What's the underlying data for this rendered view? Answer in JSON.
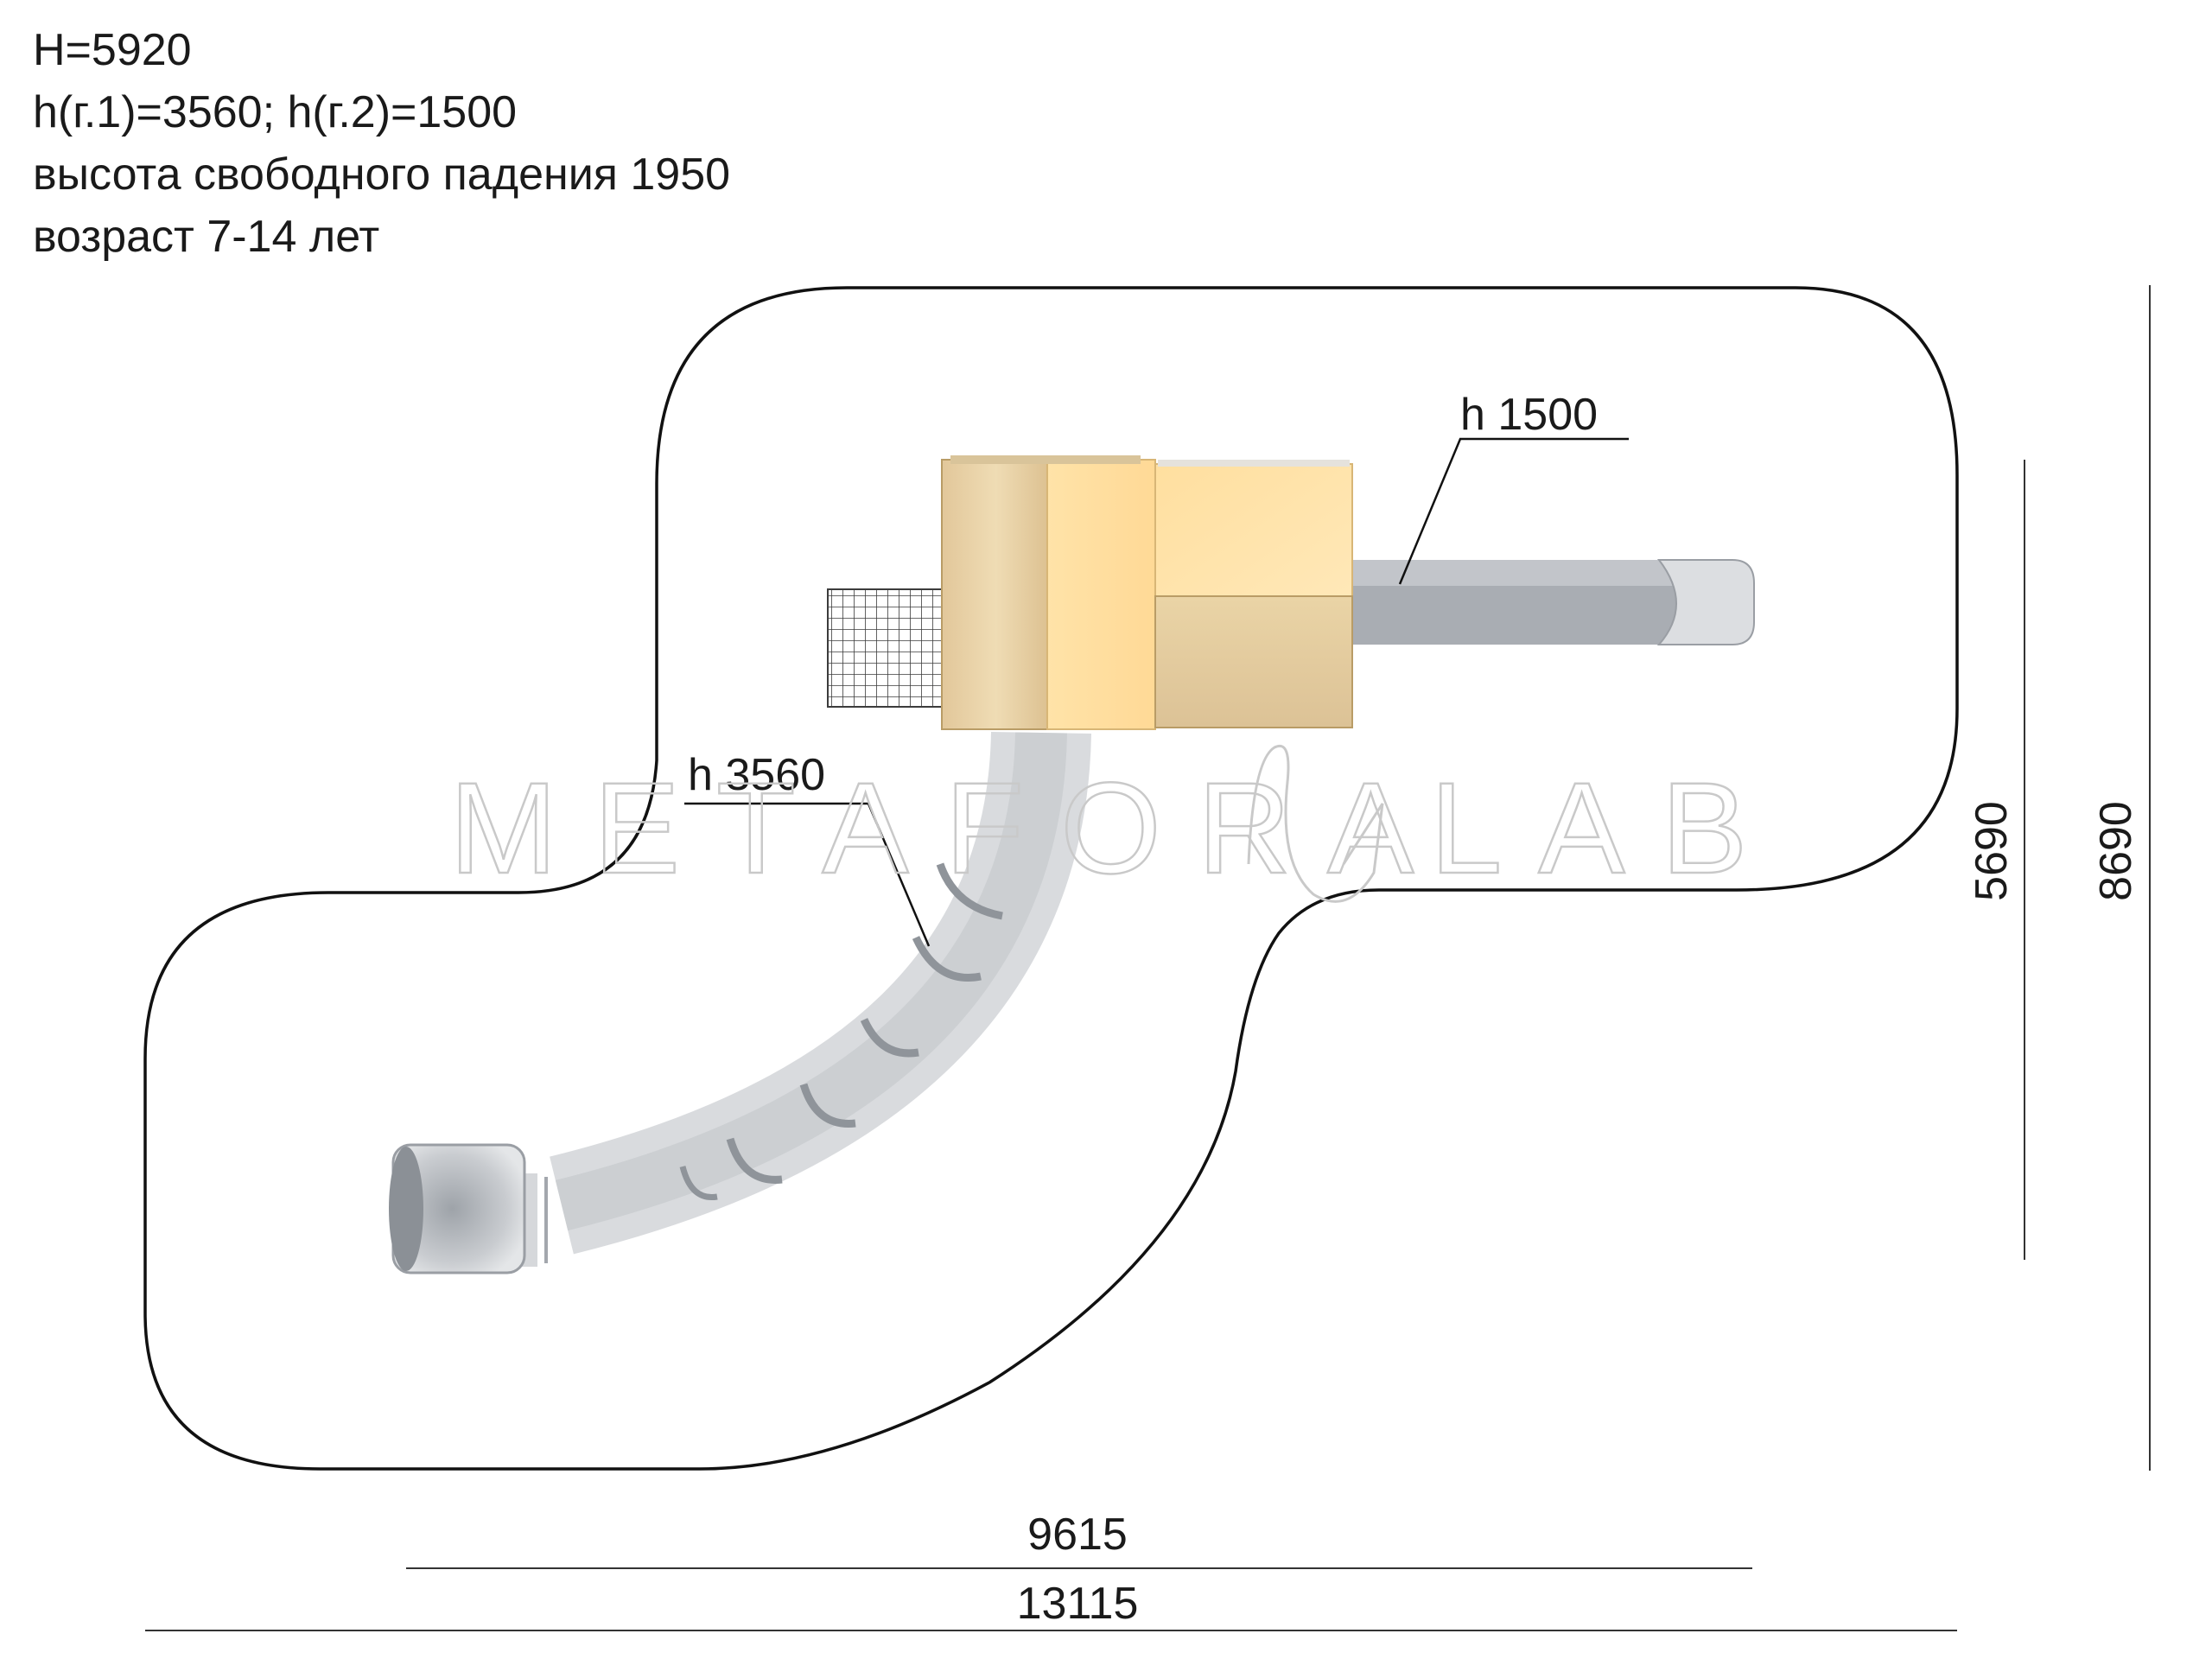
{
  "specs": {
    "total_height": "H=5920",
    "platform_heights": "h(г.1)=3560; h(г.2)=1500",
    "free_fall": "высота свободного падения 1950",
    "age": "возраст 7-14 лет"
  },
  "callouts": {
    "slide_low": "h 1500",
    "slide_high": "h 3560"
  },
  "dimensions": {
    "width_inner": "9615",
    "width_outer": "13115",
    "height_inner": "5690",
    "height_outer": "8690"
  },
  "watermark": {
    "left": "METAFORA",
    "right": "LAB"
  },
  "colors": {
    "outline": "#111111",
    "wood": "#e6cfa1",
    "roof_light": "#ffe1a3",
    "steel": "#b8bcc2"
  }
}
